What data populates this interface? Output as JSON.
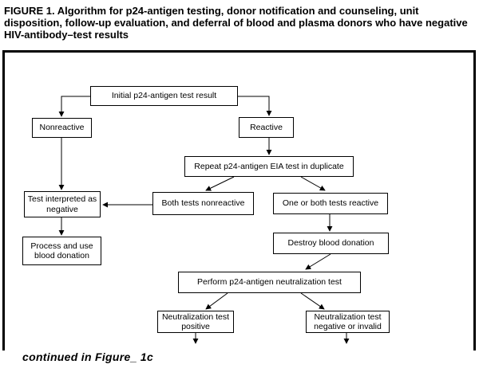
{
  "figure": {
    "title": "FIGURE 1. Algorithm for p24-antigen testing, donor notification and counseling, unit disposition, follow-up evaluation, and deferral of blood and plasma donors who have negative HIV-antibody–test results",
    "continuation_note": "continued in Figure_ 1c"
  },
  "flowchart": {
    "nodes": {
      "initial": "Initial p24-antigen test result",
      "nonreactive": "Nonreactive",
      "reactive": "Reactive",
      "repeat": "Repeat p24-antigen EIA test in duplicate",
      "test_negative": "Test interpreted as negative",
      "both_nonreactive": "Both tests nonreactive",
      "one_or_both_reactive": "One or both tests reactive",
      "process_use": "Process and use blood donation",
      "destroy": "Destroy blood donation",
      "perform_neutralization": "Perform p24-antigen neutralization test",
      "neutralization_positive": "Neutralization test positive",
      "neutralization_negative": "Neutralization test negative or invalid"
    },
    "edges": [
      {
        "from": "initial",
        "to": "nonreactive"
      },
      {
        "from": "initial",
        "to": "reactive"
      },
      {
        "from": "nonreactive",
        "to": "test_negative"
      },
      {
        "from": "reactive",
        "to": "repeat"
      },
      {
        "from": "repeat",
        "to": "both_nonreactive"
      },
      {
        "from": "repeat",
        "to": "one_or_both_reactive"
      },
      {
        "from": "both_nonreactive",
        "to": "test_negative"
      },
      {
        "from": "test_negative",
        "to": "process_use"
      },
      {
        "from": "one_or_both_reactive",
        "to": "destroy"
      },
      {
        "from": "destroy",
        "to": "perform_neutralization"
      },
      {
        "from": "perform_neutralization",
        "to": "neutralization_positive"
      },
      {
        "from": "perform_neutralization",
        "to": "neutralization_negative"
      },
      {
        "from": "neutralization_positive",
        "to": "continued-below"
      },
      {
        "from": "neutralization_negative",
        "to": "continued-below"
      }
    ]
  },
  "colors": {
    "background": "#ffffff",
    "line": "#000000",
    "text": "#000000"
  }
}
